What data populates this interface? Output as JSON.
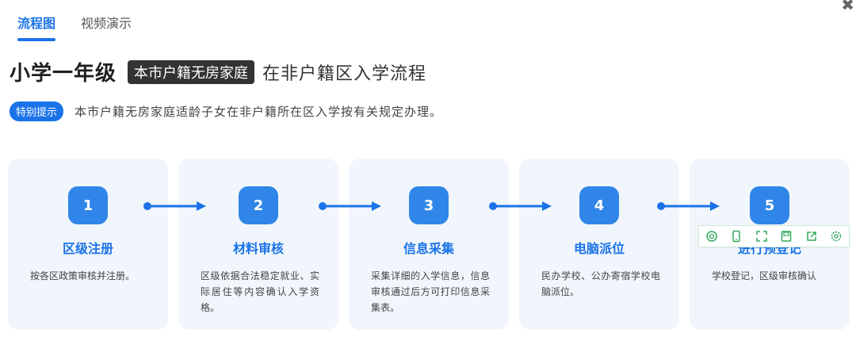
{
  "tabs": [
    {
      "label": "流程图",
      "active": true
    },
    {
      "label": "视频演示",
      "active": false
    }
  ],
  "title": {
    "main": "小学一年级",
    "tag": "本市户籍无房家庭",
    "sub": "在非户籍区入学流程"
  },
  "notice": {
    "badge": "特别提示",
    "text": "本市户籍无房家庭适龄子女在非户籍所在区入学按有关规定办理。"
  },
  "steps": [
    {
      "num": "1",
      "title": "区级注册",
      "desc": "按各区政策审核并注册。"
    },
    {
      "num": "2",
      "title": "材料审核",
      "desc": "区级依据合法稳定就业、实际居住等内容确认入学资格。"
    },
    {
      "num": "3",
      "title": "信息采集",
      "desc": "采集详细的入学信息，信息审核通过后方可打印信息采集表。"
    },
    {
      "num": "4",
      "title": "电脑派位",
      "desc": "民办学校、公办寄宿学校电脑派位。"
    },
    {
      "num": "5",
      "title": "进行预登记",
      "desc": "学校登记，区级审核确认"
    }
  ],
  "toolbar_icons": [
    "search-icon",
    "mobile-icon",
    "fullscreen-icon",
    "save-icon",
    "share-icon",
    "settings-icon"
  ],
  "colors": {
    "accent": "#1a73e8",
    "card_bg": "#f1f6fc",
    "toolbar_icon": "#2eaa5c"
  }
}
